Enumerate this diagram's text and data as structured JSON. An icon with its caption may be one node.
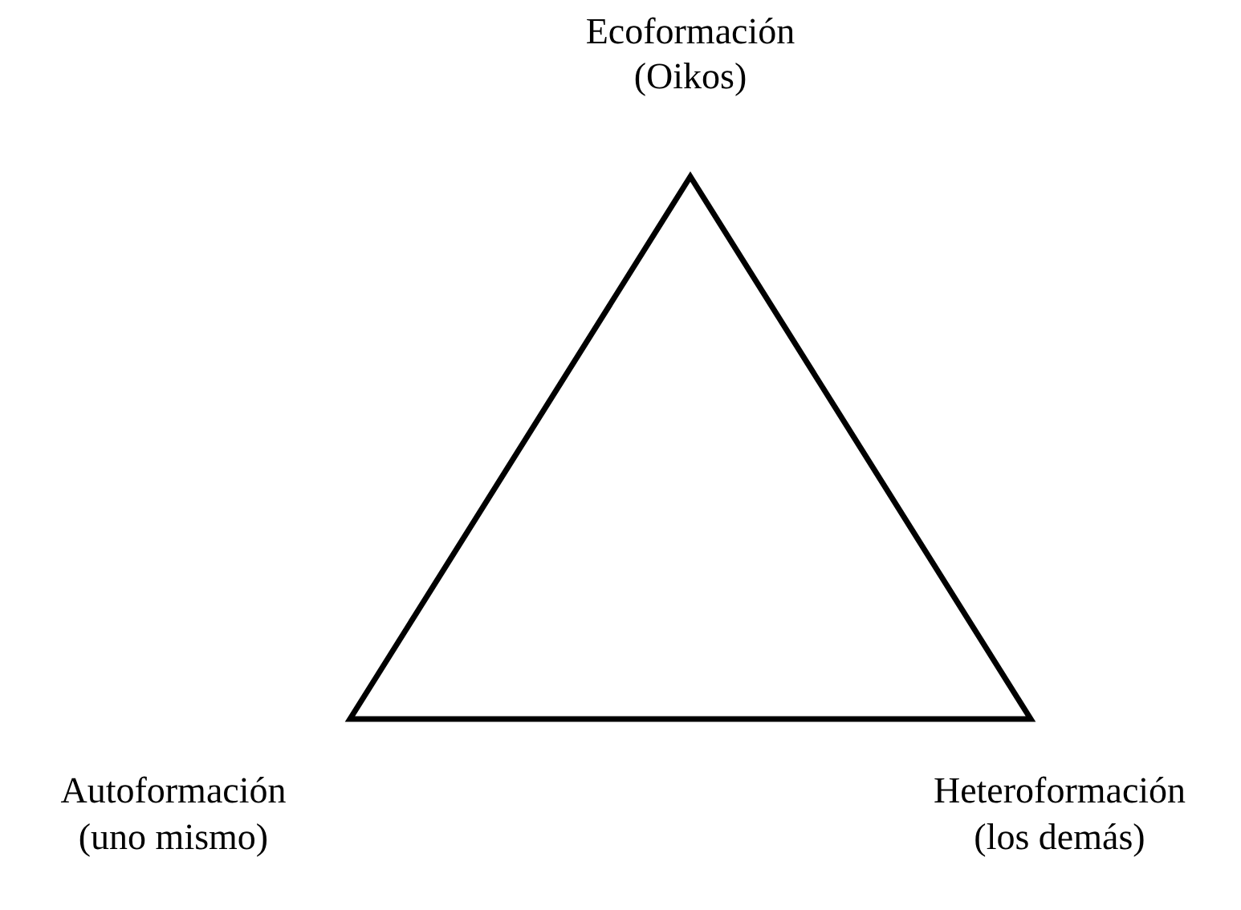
{
  "diagram": {
    "labels": [
      "Ecoformación",
      "(Oikos)",
      "Autoformación",
      "(uno mismo)",
      "Heteroformación",
      "(los demás)"
    ]
  }
}
